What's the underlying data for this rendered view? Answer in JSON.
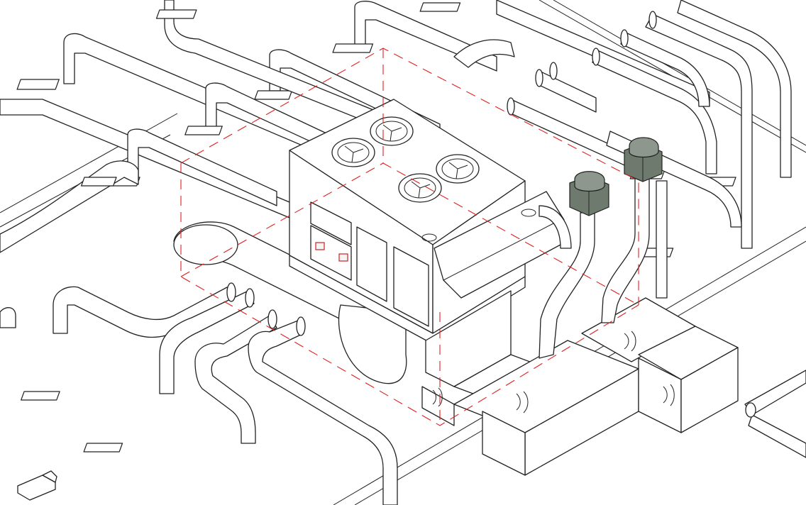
{
  "viewport": {
    "name": "revit-3d-view"
  },
  "colors": {
    "background": "#ffffff",
    "line": "#222222",
    "boundary_dashed": "#e02020",
    "exhaust_vent": "#6f7a6f"
  },
  "elements": {
    "rooftop_unit": {
      "fan_count": 4
    },
    "exhaust_vents": {
      "count": 2
    },
    "ductwork": {},
    "piping": {},
    "boundary": {
      "style": "dashed"
    }
  }
}
